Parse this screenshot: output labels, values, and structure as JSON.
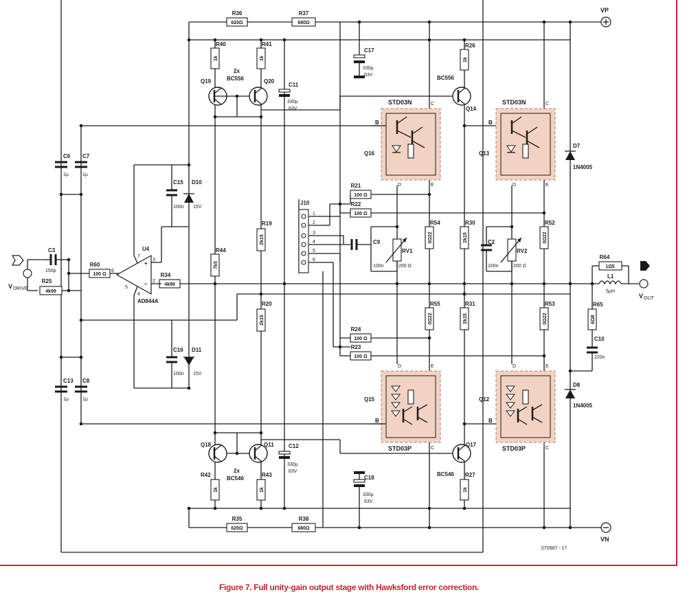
{
  "caption": "Figure 7. Full unity-gain output stage with Hawksford error correction.",
  "code": "070987 - 17",
  "rails": {
    "vp": "VP",
    "vn": "VN"
  },
  "ports": {
    "vdrive_main": "V",
    "vdrive_sub": "DRIVE",
    "vout_main": "V",
    "vout_sub": "OUT"
  },
  "opamp": {
    "ref": "U4",
    "part": "AD844A",
    "pins": [
      "7",
      "3",
      "2",
      "4",
      "5",
      "6"
    ],
    "plus": "+",
    "minus": "–"
  },
  "connector": {
    "ref": "J10",
    "pins": [
      "1",
      "2",
      "3",
      "4",
      "5",
      "6"
    ]
  },
  "resistors": {
    "R36": {
      "ref": "R36",
      "value": "620Ω"
    },
    "R37": {
      "ref": "R37",
      "value": "680Ω"
    },
    "R35": {
      "ref": "R35",
      "value": "620Ω"
    },
    "R38": {
      "ref": "R38",
      "value": "680Ω"
    },
    "R40": {
      "ref": "R40",
      "value": "1k"
    },
    "R41": {
      "ref": "R41",
      "value": "1k"
    },
    "R26": {
      "ref": "R26",
      "value": "1k"
    },
    "R42": {
      "ref": "R42",
      "value": "1k"
    },
    "R43": {
      "ref": "R43",
      "value": "1k"
    },
    "R27": {
      "ref": "R27",
      "value": "1k"
    },
    "R19": {
      "ref": "R19",
      "value": "2k15"
    },
    "R20": {
      "ref": "R20",
      "value": "2k15"
    },
    "R30": {
      "ref": "R30",
      "value": "2k15"
    },
    "R31": {
      "ref": "R31",
      "value": "2k15"
    },
    "R44": {
      "ref": "R44",
      "value": "7k5"
    },
    "R54": {
      "ref": "R54",
      "value": "0Ω22"
    },
    "R55": {
      "ref": "R55",
      "value": "0Ω22"
    },
    "R52": {
      "ref": "R52",
      "value": "0Ω22"
    },
    "R53": {
      "ref": "R53",
      "value": "0Ω22"
    },
    "R21": {
      "ref": "R21",
      "value": "100 Ω"
    },
    "R22": {
      "ref": "R22",
      "value": "100 Ω"
    },
    "R24": {
      "ref": "R24",
      "value": "100 Ω"
    },
    "R23": {
      "ref": "R23",
      "value": "100 Ω"
    },
    "R60": {
      "ref": "R60",
      "value": "100 Ω"
    },
    "R25": {
      "ref": "R25",
      "value": "4k99"
    },
    "R34": {
      "ref": "R34",
      "value": "4k99"
    },
    "R64": {
      "ref": "R64",
      "value": "1Ω5"
    },
    "R65": {
      "ref": "R65",
      "value": "6Ω8"
    }
  },
  "capacitors": {
    "C6": {
      "ref": "C6",
      "value": "1µ"
    },
    "C7": {
      "ref": "C7",
      "value": "1µ"
    },
    "C13": {
      "ref": "C13",
      "value": "1µ"
    },
    "C8": {
      "ref": "C8",
      "value": "1µ"
    },
    "C3": {
      "ref": "C3",
      "value": "150p"
    },
    "C15": {
      "ref": "C15",
      "value": "100n"
    },
    "C16": {
      "ref": "C16",
      "value": "100n"
    },
    "C11": {
      "ref": "C11",
      "value1": "330µ",
      "value2": "63V"
    },
    "C12": {
      "ref": "C12",
      "value1": "330µ",
      "value2": "63V"
    },
    "C17": {
      "ref": "C17",
      "value1": "330µ",
      "value2": "63V"
    },
    "C18": {
      "ref": "C18",
      "value1": "330µ",
      "value2": "63V"
    },
    "C9": {
      "ref": "C9",
      "value": "100n"
    },
    "C2": {
      "ref": "C2",
      "value": "100n"
    },
    "C10": {
      "ref": "C10",
      "value": "220n"
    }
  },
  "diodes": {
    "D10": {
      "ref": "D10",
      "value": "15V"
    },
    "D11": {
      "ref": "D11",
      "value": "15V"
    },
    "D7": {
      "ref": "D7",
      "value": "1N4005"
    },
    "D8": {
      "ref": "D8",
      "value": "1N4005"
    }
  },
  "pots": {
    "RV1": {
      "ref": "RV1",
      "value": "200 Ω"
    },
    "RV2": {
      "ref": "RV2",
      "value": "200 Ω"
    }
  },
  "inductor": {
    "ref": "L1",
    "value": "5µH"
  },
  "transistors": {
    "Q19": "Q19",
    "Q20": "Q20",
    "Q14": "Q14",
    "Q18": "Q18",
    "Q11": "Q11",
    "Q17": "Q17",
    "pair_top": "2x",
    "pair_top_part": "BC556",
    "pair_bot": "2x",
    "pair_bot_part": "BC546",
    "q14_part": "BC556",
    "q17_part": "BC546"
  },
  "power_devices": {
    "Q16": {
      "ref": "Q16",
      "part": "STD03N"
    },
    "Q13": {
      "ref": "Q13",
      "part": "STD03N"
    },
    "Q15": {
      "ref": "Q15",
      "part": "STD03P"
    },
    "Q12": {
      "ref": "Q12",
      "part": "STD03P"
    },
    "pin_b": "B",
    "pin_c": "C",
    "pin_d": "D",
    "pin_e": "E"
  }
}
